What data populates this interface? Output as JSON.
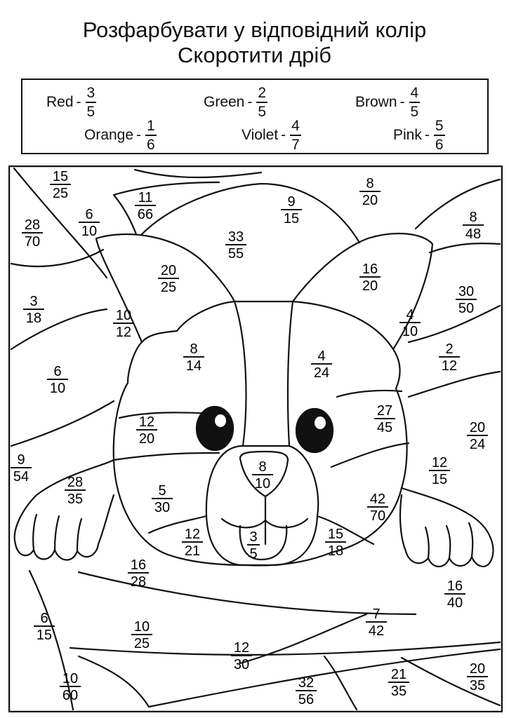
{
  "title_line1": "Розфарбувати у відповідний колір",
  "title_line2": "Скоротити дріб",
  "legend": [
    {
      "color": "Red",
      "num": "3",
      "den": "5",
      "hex": "#e53935"
    },
    {
      "color": "Green",
      "num": "2",
      "den": "5",
      "hex": "#43a047"
    },
    {
      "color": "Brown",
      "num": "4",
      "den": "5",
      "hex": "#795548"
    },
    {
      "color": "Orange",
      "num": "1",
      "den": "6",
      "hex": "#fb8c00"
    },
    {
      "color": "Violet",
      "num": "4",
      "den": "7",
      "hex": "#8e24aa"
    },
    {
      "color": "Pink",
      "num": "5",
      "den": "6",
      "hex": "#f06292"
    }
  ],
  "regions": [
    {
      "num": "15",
      "den": "25"
    },
    {
      "num": "11",
      "den": "66"
    },
    {
      "num": "9",
      "den": "15"
    },
    {
      "num": "8",
      "den": "20"
    },
    {
      "num": "28",
      "den": "70"
    },
    {
      "num": "6",
      "den": "10"
    },
    {
      "num": "33",
      "den": "55"
    },
    {
      "num": "8",
      "den": "48"
    },
    {
      "num": "20",
      "den": "25"
    },
    {
      "num": "16",
      "den": "20"
    },
    {
      "num": "30",
      "den": "50"
    },
    {
      "num": "3",
      "den": "18"
    },
    {
      "num": "10",
      "den": "12"
    },
    {
      "num": "4",
      "den": "10"
    },
    {
      "num": "8",
      "den": "14"
    },
    {
      "num": "4",
      "den": "24"
    },
    {
      "num": "2",
      "den": "12"
    },
    {
      "num": "6",
      "den": "10"
    },
    {
      "num": "12",
      "den": "20"
    },
    {
      "num": "27",
      "den": "45"
    },
    {
      "num": "20",
      "den": "24"
    },
    {
      "num": "9",
      "den": "54"
    },
    {
      "num": "8",
      "den": "10"
    },
    {
      "num": "12",
      "den": "15"
    },
    {
      "num": "28",
      "den": "35"
    },
    {
      "num": "5",
      "den": "30"
    },
    {
      "num": "42",
      "den": "70"
    },
    {
      "num": "12",
      "den": "21"
    },
    {
      "num": "3",
      "den": "5"
    },
    {
      "num": "15",
      "den": "18"
    },
    {
      "num": "16",
      "den": "28"
    },
    {
      "num": "16",
      "den": "40"
    },
    {
      "num": "6",
      "den": "15"
    },
    {
      "num": "10",
      "den": "25"
    },
    {
      "num": "7",
      "den": "42"
    },
    {
      "num": "12",
      "den": "30"
    },
    {
      "num": "10",
      "den": "60"
    },
    {
      "num": "32",
      "den": "56"
    },
    {
      "num": "21",
      "den": "35"
    },
    {
      "num": "20",
      "den": "35"
    }
  ]
}
